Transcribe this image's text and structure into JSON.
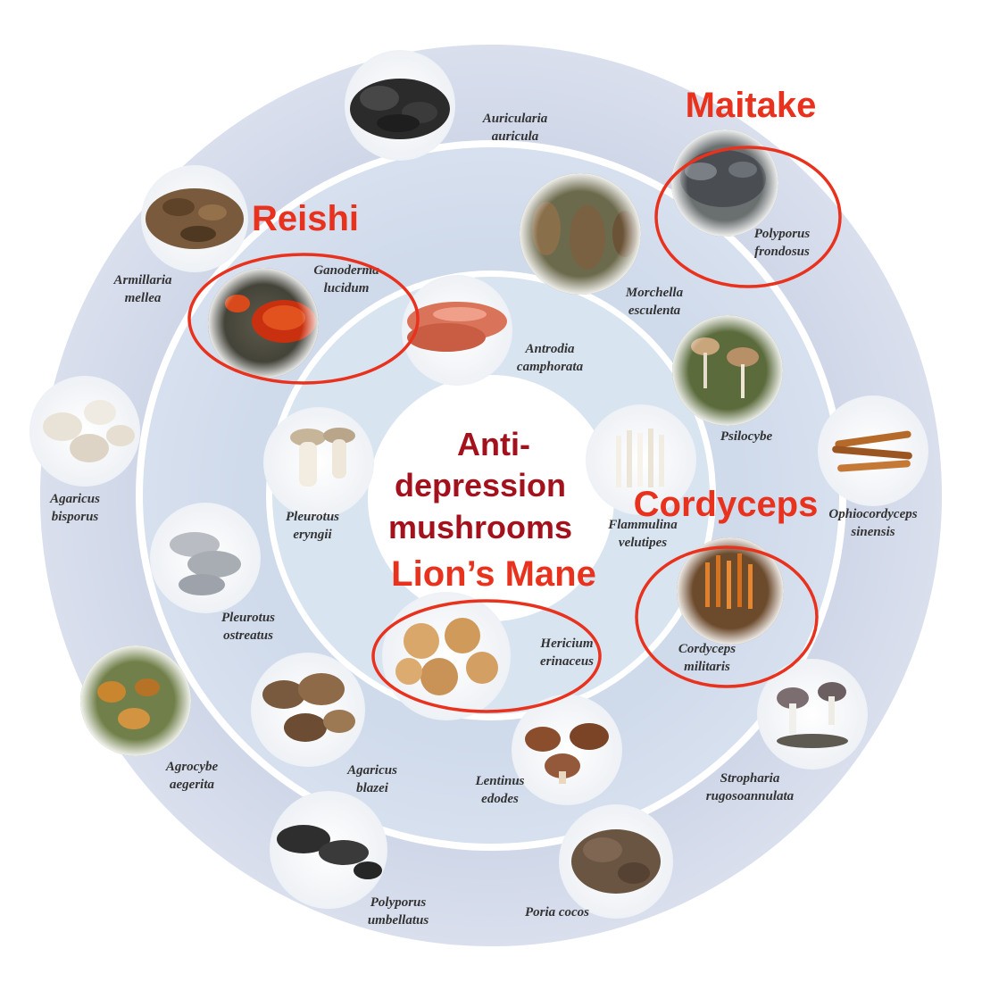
{
  "center_title": [
    "Anti-",
    "depression",
    "mushrooms"
  ],
  "callouts": {
    "maitake": "Maitake",
    "reishi": "Reishi",
    "cordyceps": "Cordyceps",
    "lions_mane": "Lion’s Mane"
  },
  "species": {
    "auricularia": [
      "Auricularia",
      "auricula"
    ],
    "polyporus_frondosus": [
      "Polyporus",
      "frondosus"
    ],
    "armillaria": [
      "Armillaria",
      "mellea"
    ],
    "ganoderma": [
      "Ganoderma",
      "lucidum"
    ],
    "morchella": [
      "Morchella",
      "esculenta"
    ],
    "antrodia": [
      "Antrodia",
      "camphorata"
    ],
    "psilocybe": [
      "Psilocybe"
    ],
    "agaricus_bisporus": [
      "Agaricus",
      "bisporus"
    ],
    "pleurotus_eryngii": [
      "Pleurotus",
      "eryngii"
    ],
    "flammulina": [
      "Flammulina",
      "velutipes"
    ],
    "ophiocordyceps": [
      "Ophiocordyceps",
      "sinensis"
    ],
    "pleurotus_ostreatus": [
      "Pleurotus",
      "ostreatus"
    ],
    "hericium": [
      "Hericium",
      "erinaceus"
    ],
    "cordyceps_militaris": [
      "Cordyceps",
      "militaris"
    ],
    "agrocybe": [
      "Agrocybe",
      "aegerita"
    ],
    "agaricus_blazei": [
      "Agaricus",
      "blazei"
    ],
    "lentinus": [
      "Lentinus",
      "edodes"
    ],
    "stropharia": [
      "Stropharia",
      "rugosoannulata"
    ],
    "polyporus_umbellatus": [
      "Polyporus",
      "umbellatus"
    ],
    "poria": [
      "Poria cocos"
    ]
  },
  "colors": {
    "outer_ring": "#c5cee3",
    "middle_ring": "#cfdaeb",
    "inner_ring": "#d9e4f1",
    "ring_separator": "#ffffff",
    "highlight": "#e8321e",
    "center_title": "#a3111d",
    "species_text": "#333333"
  }
}
